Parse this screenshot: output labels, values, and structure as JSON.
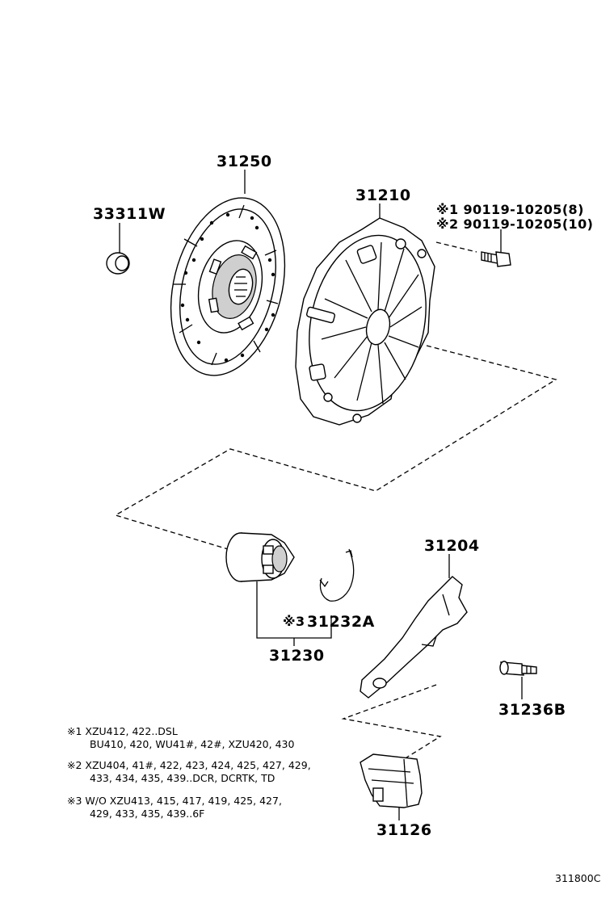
{
  "parts": {
    "p31250": "31250",
    "p33311w": "33311W",
    "p31210": "31210",
    "bolt1": "※1 90119-10205(8)",
    "bolt2": "※2 90119-10205(10)",
    "p31204": "31204",
    "p31232a_mark": "※3",
    "p31232a": "31232A",
    "p31230": "31230",
    "p31236b": "31236B",
    "p31126": "31126"
  },
  "notes": {
    "n1_l1": "※1 XZU412, 422..DSL",
    "n1_l2": "BU410, 420, WU41#, 42#, XZU420, 430",
    "n2_l1": "※2 XZU404, 41#, 422, 423, 424, 425, 427, 429,",
    "n2_l2": "433, 434, 435, 439..DCR, DCRTK, TD",
    "n3_l1": "※3 W/O XZU413, 415, 417, 419, 425, 427,",
    "n3_l2": "429, 433, 435, 439..6F"
  },
  "illustration_code": "311800C"
}
